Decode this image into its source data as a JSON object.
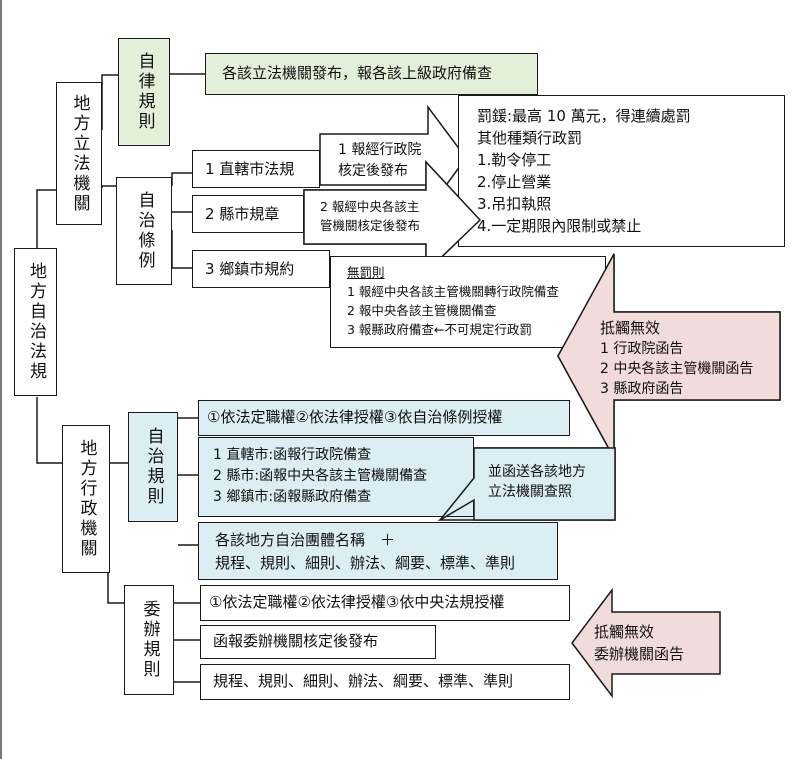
{
  "nodes": {
    "root": "地方自治法規",
    "legislative": "地方立法機關",
    "self_discipline": "自律規則",
    "autonomy_ordinance": "自治條例",
    "executive": "地方行政機關",
    "autonomy_rules": "自治規則",
    "delegated_rules": "委辦規則"
  },
  "self_discipline_note": "各該立法機關發布，報各該上級政府備查",
  "ordinances": {
    "municipal": "1 直轄市法規",
    "county": "2 縣市規章",
    "township": "3 鄉鎮市規約"
  },
  "arrows": {
    "executive_yuan": "1 報經行政院\n核定後發布",
    "central_agency": "2 報經中央各該主\n管機關核定後發布"
  },
  "penalties": {
    "fine": "罰鍰:最高 10 萬元，得連續處罰",
    "other_title": "其他種類行政罰",
    "items": [
      "1.勒令停工",
      "2.停止營業",
      "3.吊扣執照",
      "4.一定期限內限制或禁止"
    ]
  },
  "no_penalty": {
    "title": "無罰則",
    "items": [
      "1 報經中央各該主管機關轉行政院備查",
      "2 報中央各該主管機關備查",
      "3 報縣政府備查←不可規定行政罰"
    ]
  },
  "conflict_void": {
    "title": "抵觸無效",
    "items": [
      "1 行政院函告",
      "2 中央各該主管機關函告",
      "3 縣政府函告"
    ]
  },
  "autonomy_rules_detail": {
    "authority": "①依法定職權②依法律授權③依自治條例授權",
    "filing": [
      "1 直轄市:函報行政院備查",
      "2 縣市:函報中央各該主管機關備查",
      "3 鄉鎮市:函報縣政府備查"
    ],
    "also_send": "並函送各該地方\n立法機關查照",
    "naming": "各該地方自治團體名稱　＋\n規程、規則、細則、辦法、綱要、標準、準則"
  },
  "delegated_detail": {
    "authority": "①依法定職權②依法律授權③依中央法規授權",
    "approval": "函報委辦機關核定後發布",
    "naming": "規程、規則、細則、辦法、綱要、標準、準則",
    "void": "抵觸無效\n委辦機關函告"
  },
  "colors": {
    "green": "#e2efd9",
    "blue": "#daeef3",
    "pink": "#f2dcdb",
    "border": "#1a1a1a"
  }
}
